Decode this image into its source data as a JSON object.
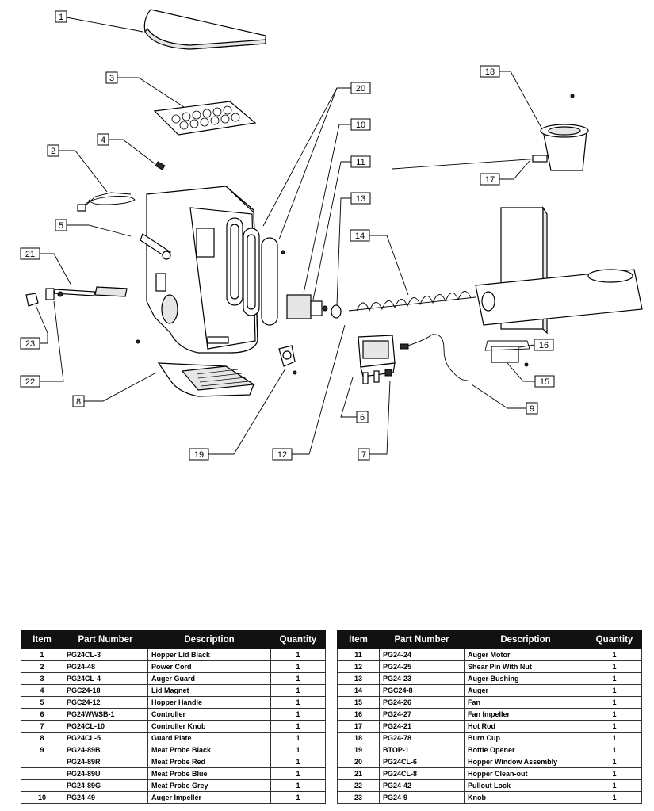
{
  "callouts": [
    "1",
    "2",
    "3",
    "4",
    "5",
    "6",
    "7",
    "8",
    "9",
    "10",
    "11",
    "12",
    "13",
    "14",
    "15",
    "16",
    "17",
    "18",
    "19",
    "20",
    "21",
    "22",
    "23"
  ],
  "table": {
    "headers": [
      "Item",
      "Part Number",
      "Description",
      "Quantity"
    ],
    "left_rows": [
      [
        "1",
        "PG24CL-3",
        "Hopper Lid Black",
        "1"
      ],
      [
        "2",
        "PG24-48",
        "Power Cord",
        "1"
      ],
      [
        "3",
        "PG24CL-4",
        "Auger Guard",
        "1"
      ],
      [
        "4",
        "PGC24-18",
        "Lid Magnet",
        "1"
      ],
      [
        "5",
        "PGC24-12",
        "Hopper Handle",
        "1"
      ],
      [
        "6",
        "PG24WWSB-1",
        "Controller",
        "1"
      ],
      [
        "7",
        "PG24CL-10",
        "Controller Knob",
        "1"
      ],
      [
        "8",
        "PG24CL-5",
        "Guard Plate",
        "1"
      ],
      [
        "9",
        "PG24-89B",
        "Meat Probe Black",
        "1"
      ],
      [
        "",
        "PG24-89R",
        "Meat Probe Red",
        "1"
      ],
      [
        "",
        "PG24-89U",
        "Meat Probe Blue",
        "1"
      ],
      [
        "",
        "PG24-89G",
        "Meat Probe Grey",
        "1"
      ],
      [
        "10",
        "PG24-49",
        "Auger Impeller",
        "1"
      ]
    ],
    "right_rows": [
      [
        "11",
        "PG24-24",
        "Auger Motor",
        "1"
      ],
      [
        "12",
        "PG24-25",
        "Shear Pin With Nut",
        "1"
      ],
      [
        "13",
        "PG24-23",
        "Auger Bushing",
        "1"
      ],
      [
        "14",
        "PGC24-8",
        "Auger",
        "1"
      ],
      [
        "15",
        "PG24-26",
        "Fan",
        "1"
      ],
      [
        "16",
        "PG24-27",
        "Fan Impeller",
        "1"
      ],
      [
        "17",
        "PG24-21",
        "Hot Rod",
        "1"
      ],
      [
        "18",
        "PG24-78",
        "Burn Cup",
        "1"
      ],
      [
        "19",
        "BTOP-1",
        "Bottle Opener",
        "1"
      ],
      [
        "20",
        "PG24CL-6",
        "Hopper Window Assembly",
        "1"
      ],
      [
        "21",
        "PG24CL-8",
        "Hopper Clean-out",
        "1"
      ],
      [
        "22",
        "PG24-42",
        "Pullout Lock",
        "1"
      ],
      [
        "23",
        "PG24-9",
        "Knob",
        "1"
      ]
    ]
  }
}
